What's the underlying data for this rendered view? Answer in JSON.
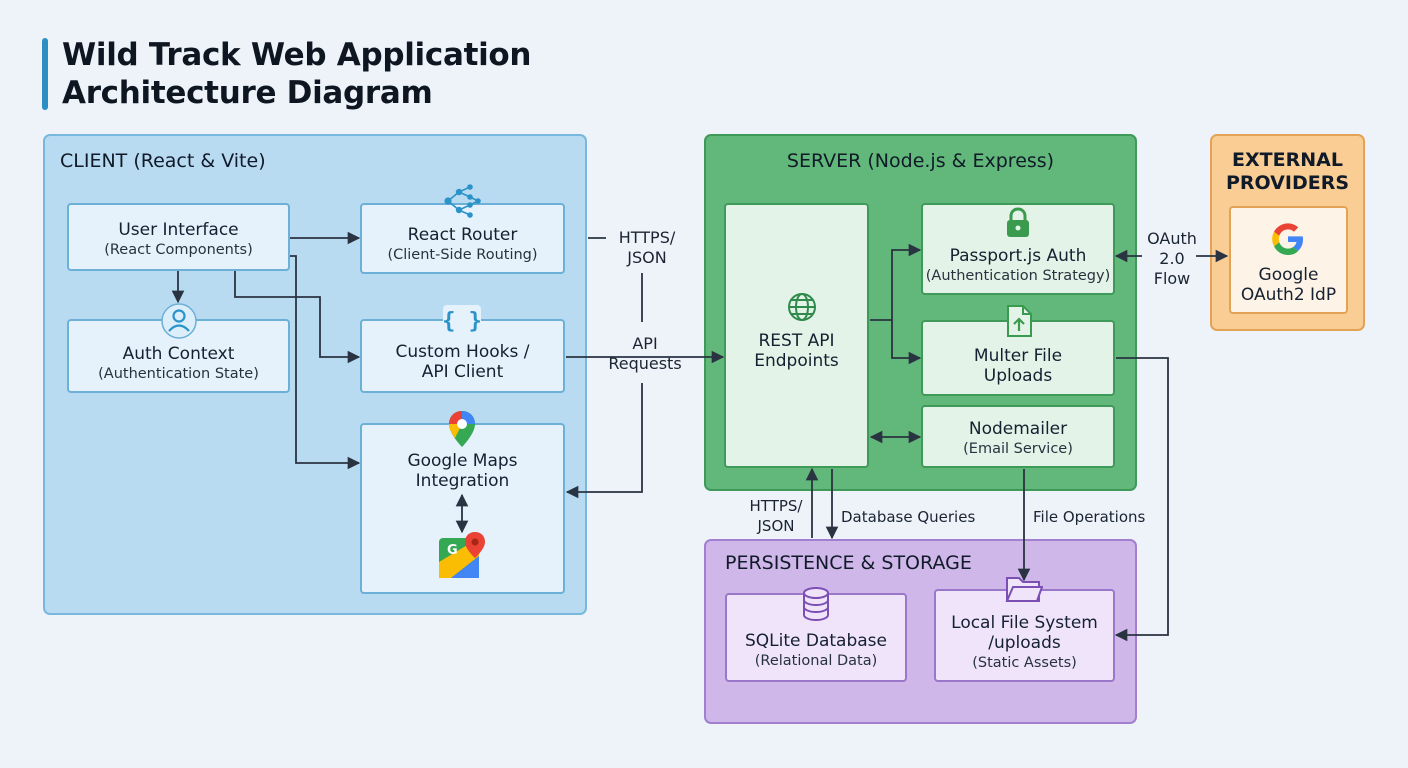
{
  "title": {
    "line1": "Wild Track Web Application",
    "line2": "Architecture Diagram"
  },
  "client": {
    "label": "CLIENT (React & Vite)",
    "ui": {
      "title": "User Interface",
      "sub": "(React Components)"
    },
    "router": {
      "title": "React Router",
      "sub": "(Client-Side Routing)"
    },
    "auth": {
      "title": "Auth Context",
      "sub": "(Authentication State)"
    },
    "hooks": {
      "line1": "Custom Hooks /",
      "line2": "API Client"
    },
    "maps": {
      "line1": "Google Maps",
      "line2": "Integration"
    }
  },
  "server": {
    "label": "SERVER (Node.js & Express)",
    "rest": {
      "line1": "REST API",
      "line2": "Endpoints"
    },
    "passport": {
      "title": "Passport.js Auth",
      "sub": "(Authentication Strategy)"
    },
    "multer": {
      "line1": "Multer File",
      "line2": "Uploads"
    },
    "mailer": {
      "title": "Nodemailer",
      "sub": "(Email Service)"
    }
  },
  "persistence": {
    "label": "PERSISTENCE & STORAGE",
    "sqlite": {
      "title": "SQLite Database",
      "sub": "(Relational Data)"
    },
    "fs": {
      "line1": "Local File System",
      "line2": "/uploads",
      "sub": "(Static Assets)"
    }
  },
  "external": {
    "label_line1": "EXTERNAL",
    "label_line2": "PROVIDERS",
    "google": {
      "line1": "Google",
      "line2": "OAuth2 IdP"
    }
  },
  "edges": {
    "https_top": {
      "line1": "HTTPS/",
      "line2": "JSON"
    },
    "api": {
      "line1": "API",
      "line2": "Requests"
    },
    "oauth": {
      "line1": "OAuth",
      "line2": "2.0",
      "line3": "Flow"
    },
    "https_bottom": {
      "line1": "HTTPS/",
      "line2": "JSON"
    },
    "db_queries": "Database Queries",
    "file_ops": "File Operations"
  },
  "colors": {
    "client_fill": "#b9dbf1",
    "server_fill": "#62b77a",
    "persistence_fill": "#d0b7ea",
    "external_fill": "#f9cd93",
    "arrow": "#2a3342",
    "accent": "#2b8fc4"
  },
  "icons": {
    "router": "network-tree-icon",
    "auth": "user-icon",
    "hooks": "curly-braces-icon",
    "maps": "map-pin-icon",
    "maps_app": "google-maps-icon",
    "rest": "globe-icon",
    "passport": "lock-icon",
    "multer": "upload-file-icon",
    "sqlite": "database-icon",
    "fs": "folder-icon",
    "google": "google-g-icon"
  }
}
